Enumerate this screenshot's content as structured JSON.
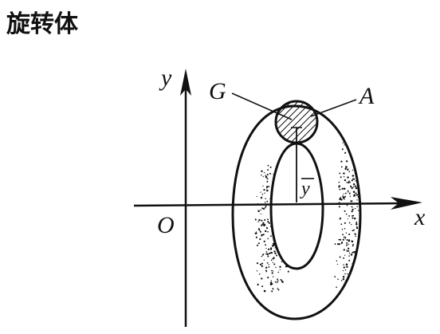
{
  "title": "旋转体",
  "labels": {
    "y_axis": "y",
    "x_axis": "x",
    "origin": "O",
    "g": "G",
    "a": "A",
    "ybar": "y"
  },
  "colors": {
    "ink": "#111111",
    "paper": "#ffffff"
  }
}
